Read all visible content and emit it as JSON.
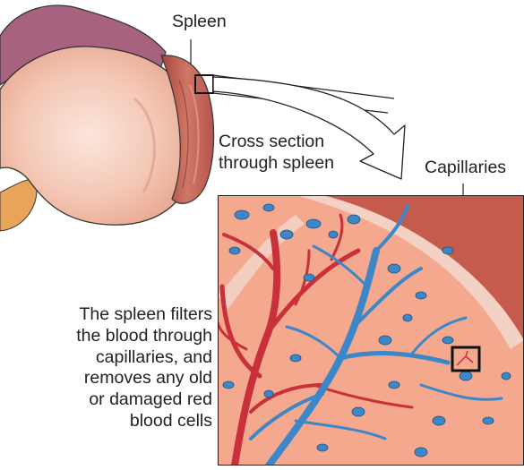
{
  "labels": {
    "spleen": "Spleen",
    "cross_section": [
      "Cross section",
      "through spleen"
    ],
    "capillaries": "Capillaries"
  },
  "description": [
    "The spleen filters",
    "the blood through",
    "capillaries, and",
    "removes any old",
    "or damaged red",
    "blood cells"
  ],
  "colors": {
    "organ_skin": "#f4c9b3",
    "spleen_tissue": "#d9765f",
    "pulp": "#f2a88d",
    "capsule": "#c65a4c",
    "artery_red": "#c9303a",
    "vein_blue": "#3d86c8",
    "outline": "#222222"
  }
}
